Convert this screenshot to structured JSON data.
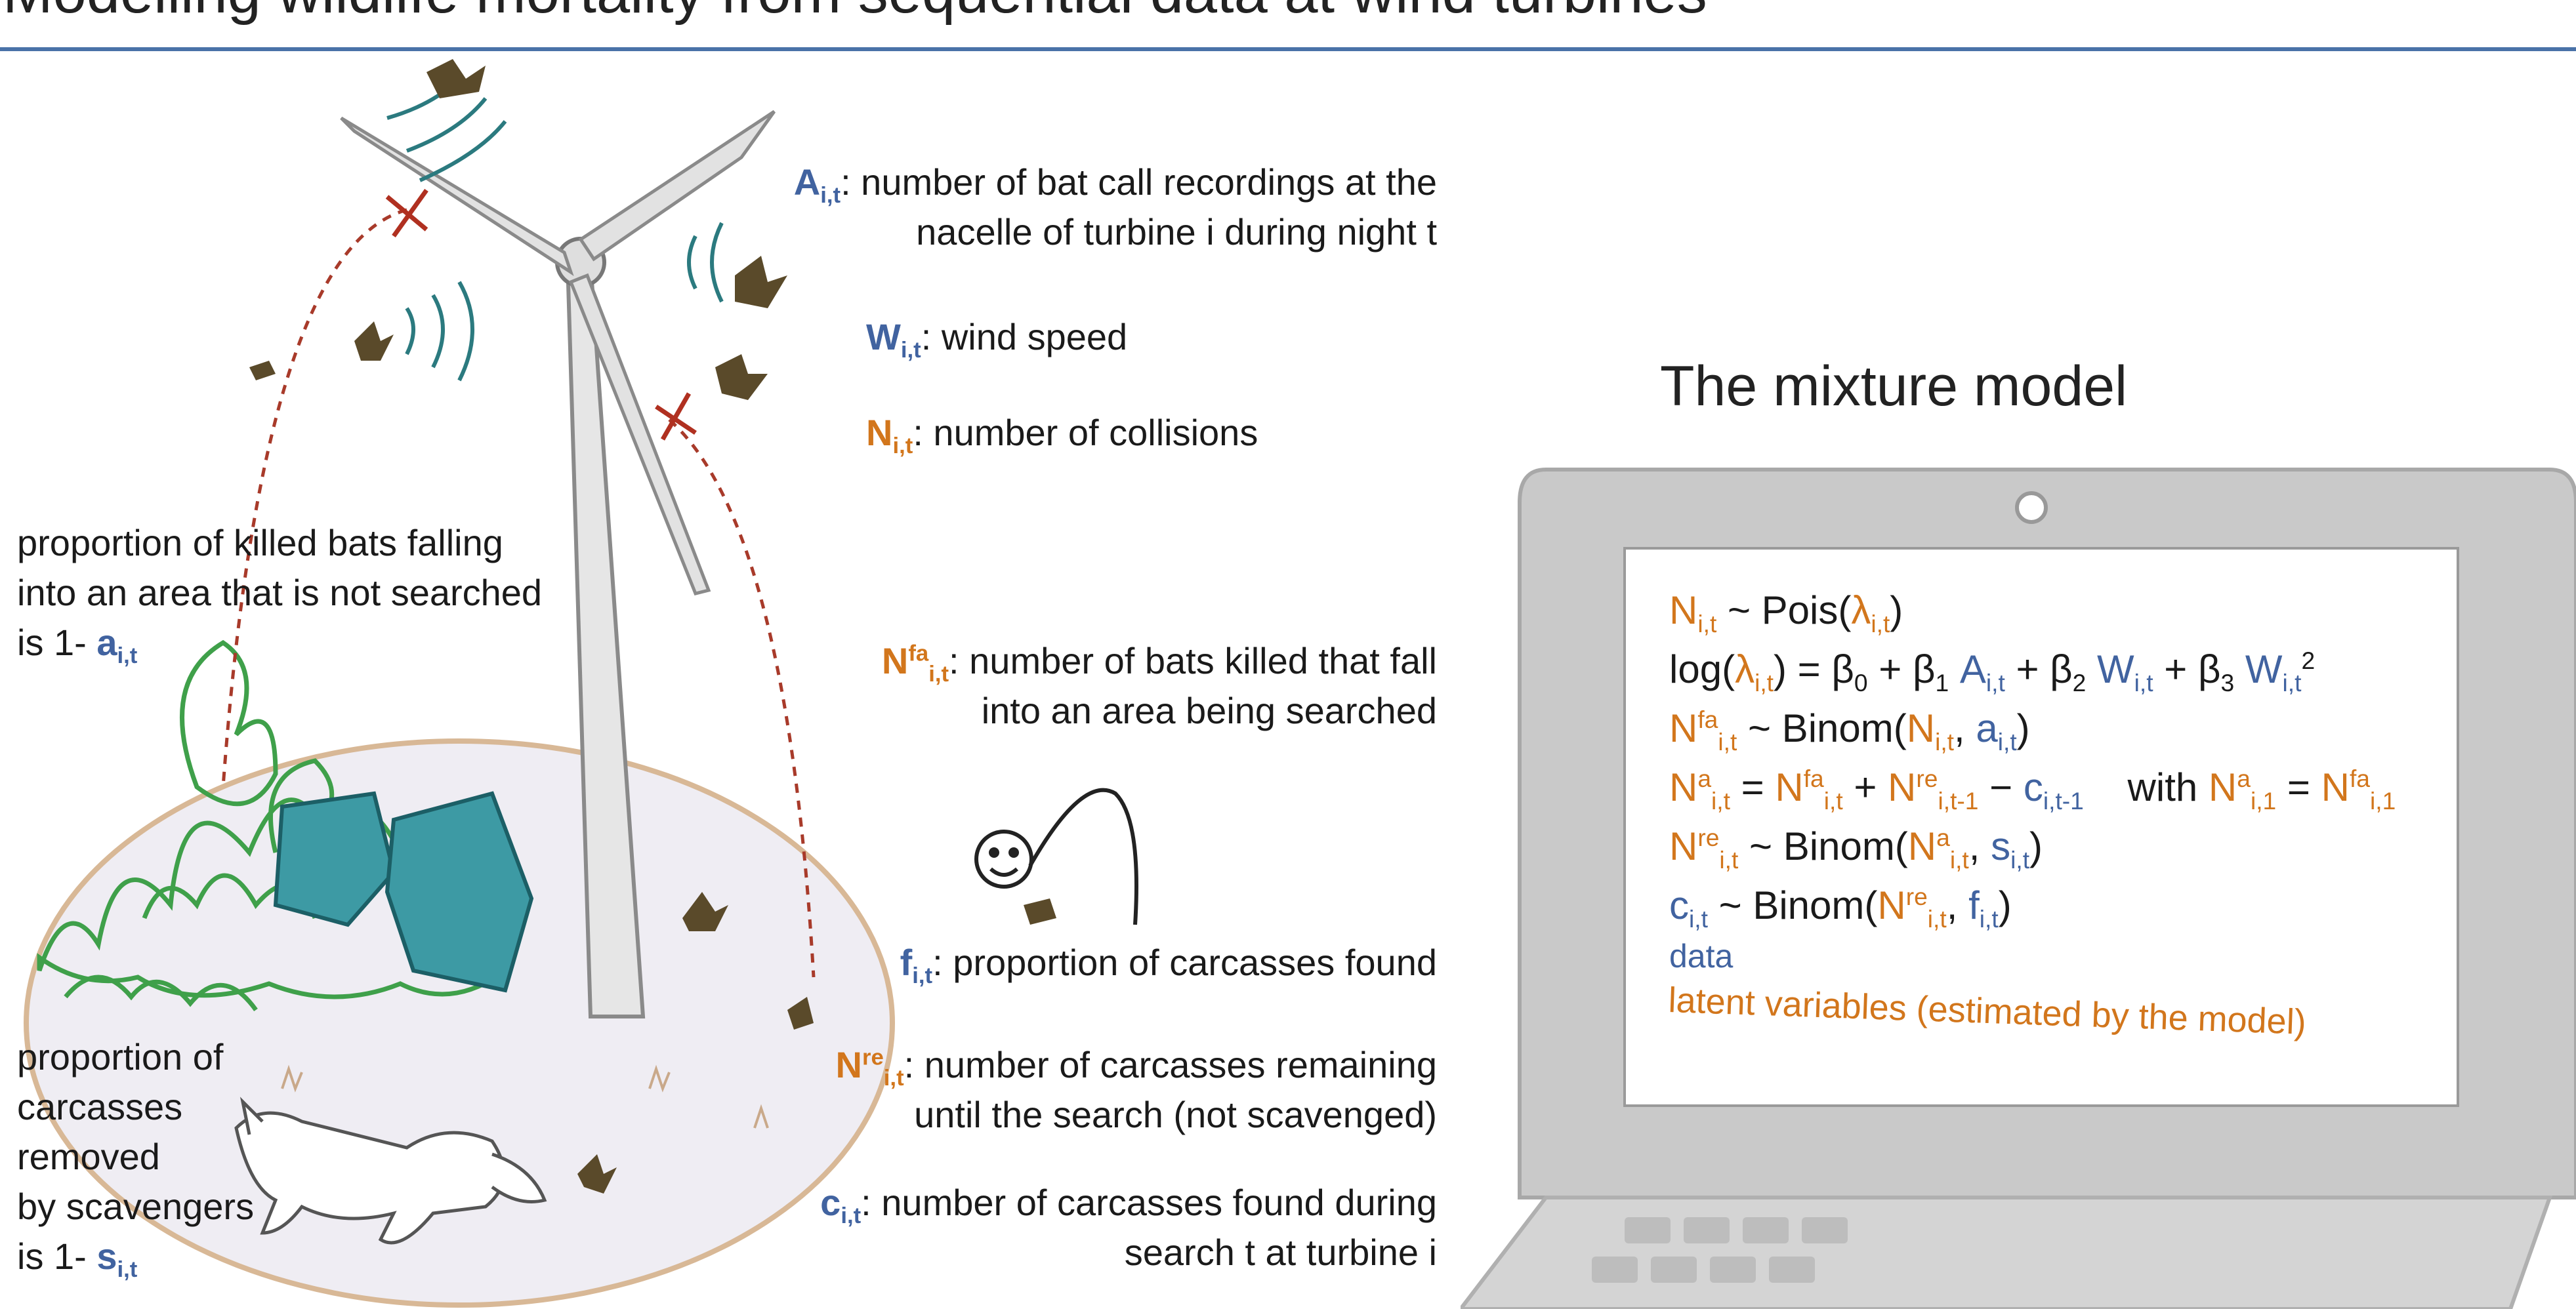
{
  "header": {
    "cut_title": "Modelling wildlife mortality from sequential data at wind turbines"
  },
  "labels": {
    "A_sym": "A",
    "A_sub": "i,t",
    "A_line1": ": number of bat call recordings at the",
    "A_line2": "nacelle of turbine i during night t",
    "W_sym": "W",
    "W_sub": "i,t",
    "W_text": ": wind speed",
    "N_sym": "N",
    "N_sub": "i,t",
    "N_text": ": number of collisions",
    "Nfa_sym": "N",
    "Nfa_sup": "fa",
    "Nfa_sub": "i,t",
    "Nfa_line1": ": number of bats killed  that fall",
    "Nfa_line2": "into an area being searched",
    "f_sym": "f",
    "f_sub": "i,t",
    "f_text": ": proportion of carcasses found",
    "Nre_sym": "N",
    "Nre_sup": "re",
    "Nre_sub": "i,t",
    "Nre_line1": ": number of carcasses remaining",
    "Nre_line2": "until the search (not scavenged)",
    "c_sym": "c",
    "c_sub": "i,t",
    "c_line1": ": number of carcasses found during",
    "c_line2": "search t at turbine i",
    "prop_a_line1": "proportion of killed bats falling",
    "prop_a_line2": "into an area that is not searched",
    "prop_a_line3": "is 1- ",
    "prop_a_sym": "a",
    "prop_a_sub": "i,t",
    "prop_s_line1": "proportion of",
    "prop_s_line2": "carcasses",
    "prop_s_line3": "removed",
    "prop_s_line4": "by scavengers",
    "prop_s_line5": "is 1- ",
    "prop_s_sym": "s",
    "prop_s_sub": "i,t"
  },
  "model": {
    "title": "The mixture model",
    "legend_data": "data",
    "legend_latent": "latent variables (estimated by the model)"
  },
  "colors": {
    "data_blue": "#4163a0",
    "latent_orange": "#d2761c",
    "rule_blue": "#4a72a8"
  }
}
